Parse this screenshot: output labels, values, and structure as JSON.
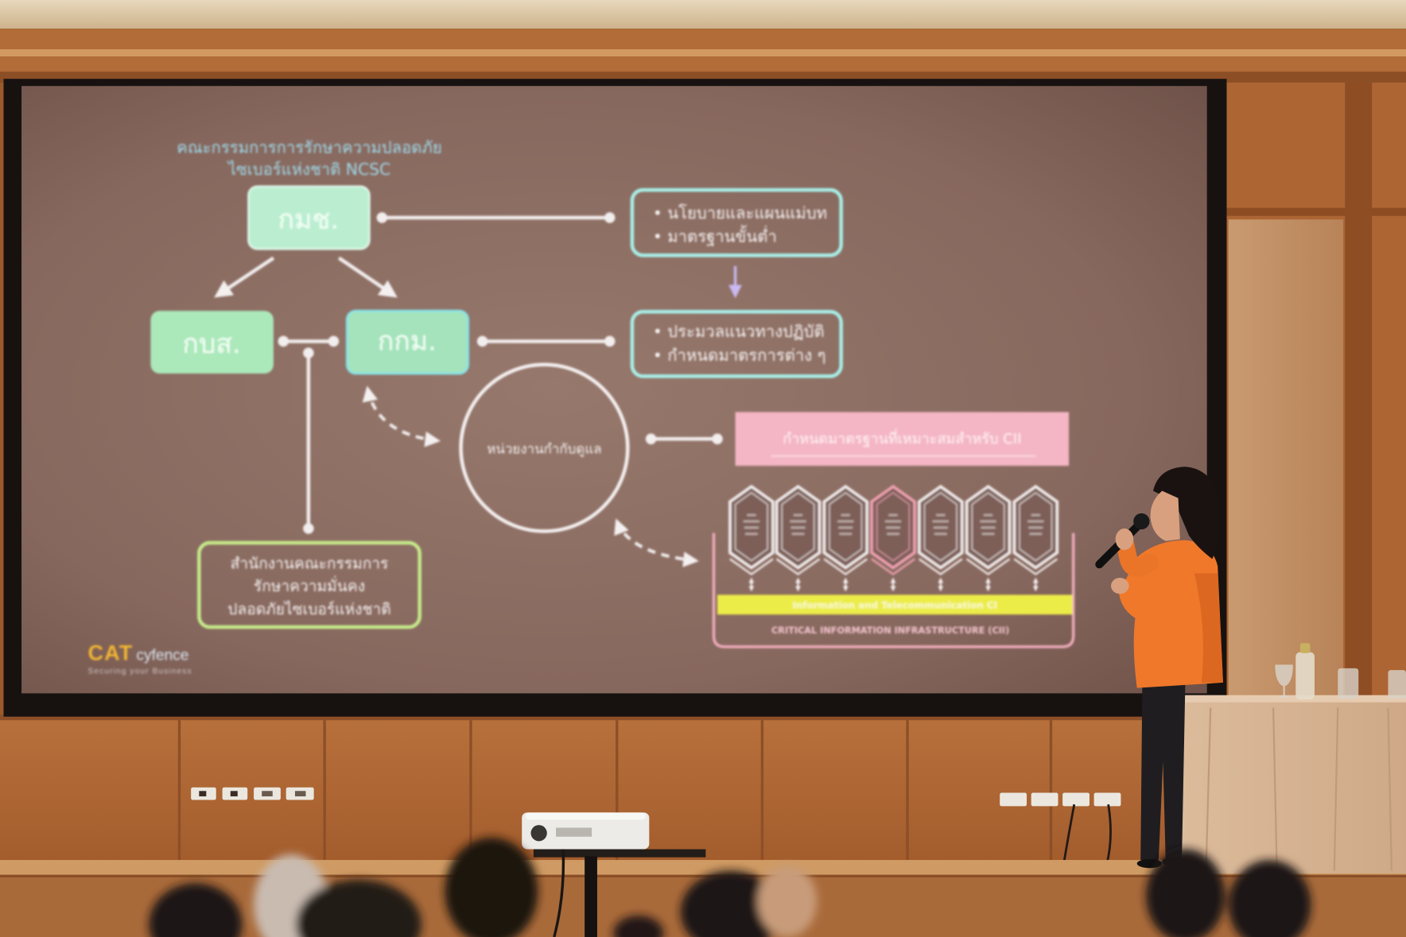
{
  "slide": {
    "title_line1": "คณะกรรมการการรักษาความปลอดภัย",
    "title_line2": "ไซเบอร์แห่งชาติ NCSC",
    "node_top": "กมช.",
    "node_left": "กบส.",
    "node_middle": "กกม.",
    "policy_box": [
      "• นโยบายและแผนแม่บท",
      "• มาตรฐานขั้นต่ำ"
    ],
    "practice_box": [
      "• ประมวลแนวทางปฏิบัติ",
      "• กำหนดมาตรการต่าง ๆ"
    ],
    "regulator_circle": "หน่วยงานกำกับดูแล",
    "office_box": [
      "สำนักงานคณะกรรมการ",
      "รักษาความมั่นคง",
      "ปลอดภัยไซเบอร์แห่งชาติ"
    ],
    "standard_bar": "กำหนดมาตรฐานที่เหมาะสมสำหรับ CII",
    "sector_bar": "Information and Telecommunication CI",
    "cii_label": "CRITICAL INFORMATION INFRASTRUCTURE (CII)",
    "logo": {
      "brand": "CAT",
      "name": "cyfence",
      "tagline": "Securing your Business"
    }
  },
  "colors": {
    "slide_background": "#8a6c62",
    "title_text": "#9fd9ea",
    "node_fill": "#b6ecca",
    "outline_cyan": "#a8f0e8",
    "outline_green": "#c6ea8a",
    "standard_bar": "#f4b6c4",
    "sector_bar": "#ecec4a",
    "cii_outline": "#f2aebe",
    "logo_brand": "#f2b633",
    "presenter_jacket": "#f0782a",
    "wood_wall": "#b06a37"
  }
}
